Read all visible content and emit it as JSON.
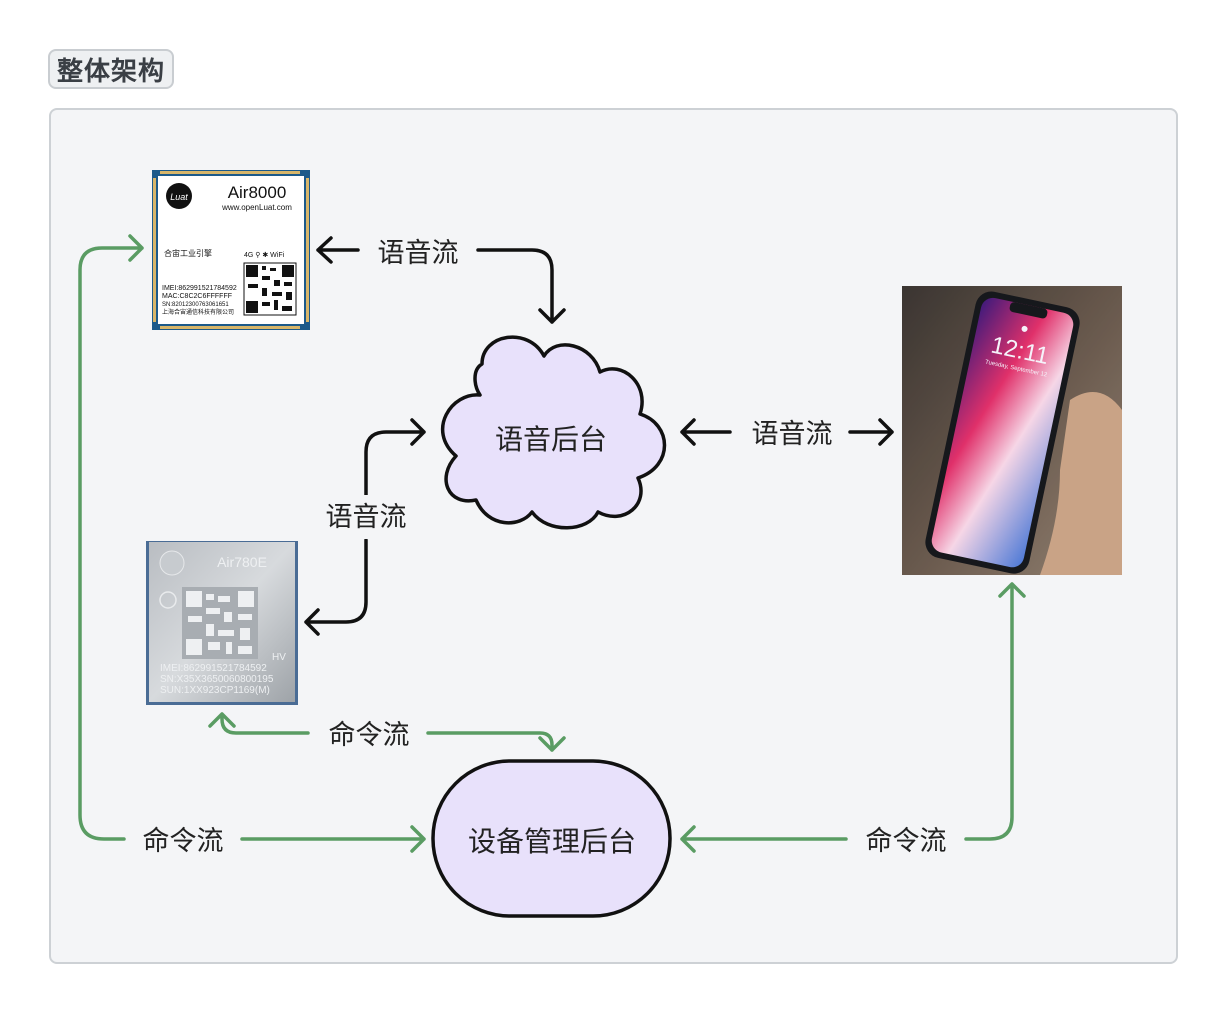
{
  "section_title": "整体架构",
  "nodes": {
    "voice_backend": "语音后台",
    "device_backend": "设备管理后台"
  },
  "flows": {
    "voice_top": "语音流",
    "voice_mid": "语音流",
    "voice_right": "语音流",
    "cmd_mid": "命令流",
    "cmd_left": "命令流",
    "cmd_right": "命令流"
  },
  "air8000": {
    "logo": "Luat",
    "model": "Air8000",
    "site": "www.openLuat.com",
    "slogan": "合宙工业引擎",
    "badges": "4G ⚲ ✱ WiFi",
    "imei": "IMEI:862991521784592",
    "mac": "MAC:C8C2C6FFFFFF",
    "sn": "SN:82012300763061651",
    "company": "上海合宙通信科技有限公司"
  },
  "air780e": {
    "model": "Air780E",
    "hv": "HV",
    "imei": "IMEI:862991521784592",
    "sn": "SN:X35X3650060800195",
    "mfg": "SUN:1XX923CP1169(M)"
  },
  "phone": {
    "time": "12:11",
    "date": "Tuesday, September 12"
  },
  "colors": {
    "voice_arrow": "#111111",
    "command_arrow": "#5a9c63",
    "node_fill": "#e8e1fb",
    "panel_bg": "#f4f5f7"
  }
}
